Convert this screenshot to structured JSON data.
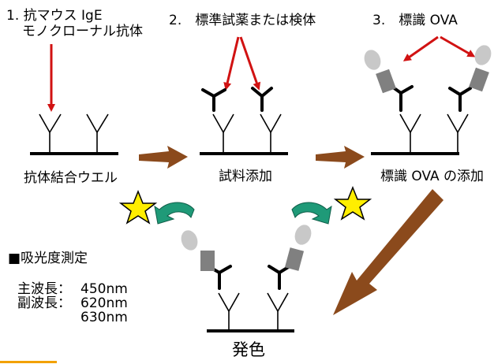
{
  "steps": {
    "step1": {
      "line1": "1. 抗マウス IgE",
      "line2": "モノクローナル抗体"
    },
    "step2": {
      "label": "2.　標準試薬または検体"
    },
    "step3": {
      "label": "3.　標識 OVA"
    }
  },
  "stage_labels": {
    "well": "抗体結合ウエル",
    "sample": "試料添加",
    "labeled": "標識 OVA の添加",
    "color": "発色"
  },
  "measurement": {
    "title": "■吸光度測定",
    "main_label": "主波長：",
    "main_value": "450nm",
    "sub_label": "副波長：",
    "sub_value1": "620nm",
    "sub_value2": "630nm"
  },
  "colors": {
    "annotation_arrow": "#d11212",
    "process_arrow": "#8b4a1c",
    "reaction_arrow": "#1f9a78",
    "star_fill": "#ffee00",
    "antibody": "#000000",
    "label_block": "#808080",
    "ova": "#c8c8c8",
    "accent_bar": "#f2a100"
  },
  "icons": [
    "antibody-icon",
    "labeled-ova-icon",
    "star-icon",
    "process-arrow-icon",
    "curved-arrow-icon"
  ]
}
